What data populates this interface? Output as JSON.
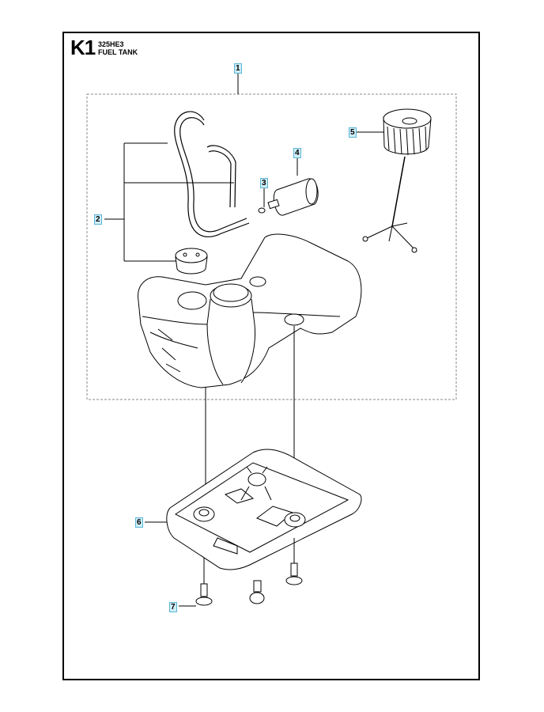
{
  "header": {
    "code": "K1",
    "model": "325HE3",
    "name": "FUEL TANK"
  },
  "callouts": [
    {
      "id": "1",
      "label": "1"
    },
    {
      "id": "2",
      "label": "2"
    },
    {
      "id": "3",
      "label": "3"
    },
    {
      "id": "4",
      "label": "4"
    },
    {
      "id": "5",
      "label": "5"
    },
    {
      "id": "6",
      "label": "6"
    },
    {
      "id": "7",
      "label": "7"
    }
  ],
  "colors": {
    "callout_bg": "#cfeef8",
    "callout_border": "#5bb5d6",
    "line": "#000000",
    "dashed_box": "#888888"
  }
}
